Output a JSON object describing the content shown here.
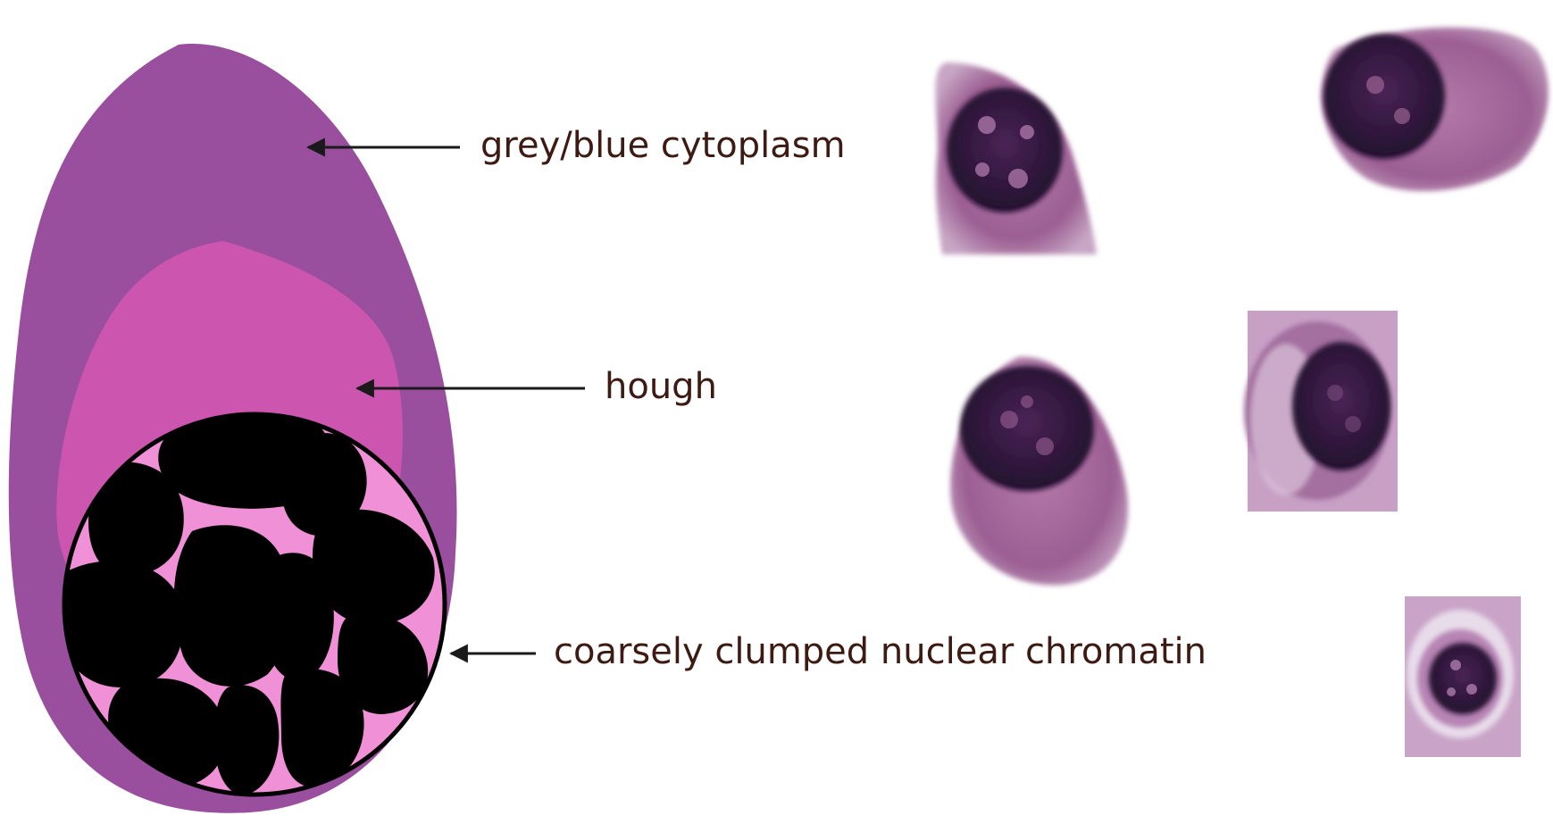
{
  "diagram": {
    "labels": {
      "cytoplasm": "grey/blue cytoplasm",
      "hof": "hough",
      "chromatin": "coarsely clumped nuclear chromatin"
    },
    "colors": {
      "cytoplasm_outer": "#9a4e9e",
      "hof_zone": "#cc55b0",
      "nucleus_background": "#f090d6",
      "chromatin_clump": "#000000",
      "label_text": "#3d1a12",
      "arrow": "#1a1a1a",
      "photo_cytoplasm": "#a26a9c",
      "photo_nucleus": "#2a1436"
    },
    "photos": [
      {
        "name": "plasma-cell-photo-1"
      },
      {
        "name": "plasma-cell-photo-2"
      },
      {
        "name": "plasma-cell-photo-3"
      },
      {
        "name": "plasma-cell-photo-4"
      },
      {
        "name": "plasma-cell-photo-5"
      }
    ]
  }
}
